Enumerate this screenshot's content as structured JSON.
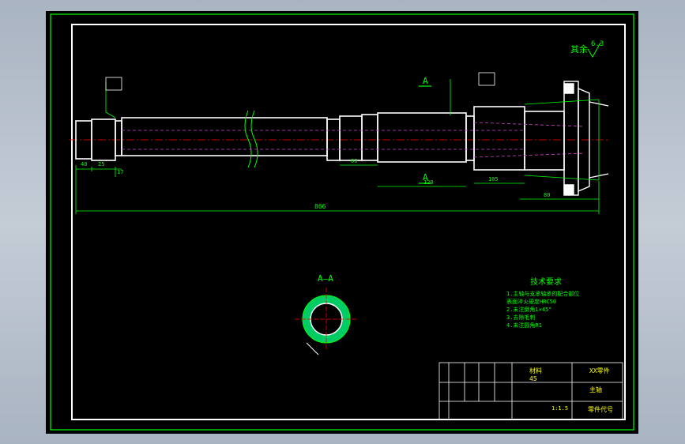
{
  "title_block": {
    "material_code": "45",
    "code": "XX零件",
    "part_name": "主轴",
    "scale": "1:1.5",
    "drawing_type": "零件代号",
    "label_material": "材料"
  },
  "surface_finish": "其余",
  "surface_value": "6.3",
  "section_label": "A—A",
  "section_mark": "A",
  "notes": {
    "heading": "技术要求",
    "items": [
      "1.主轴与支承轴承的配合部位",
      "  表面淬火硬度HRC50",
      "2.未注倒角1×45°",
      "3.去除毛刺",
      "4.未注圆角R1"
    ]
  },
  "dims": {
    "overall": "866",
    "d1": "40",
    "d2": "25",
    "d3": "17",
    "d4": "120",
    "d5": "105",
    "d6": "60",
    "d7": "80"
  }
}
